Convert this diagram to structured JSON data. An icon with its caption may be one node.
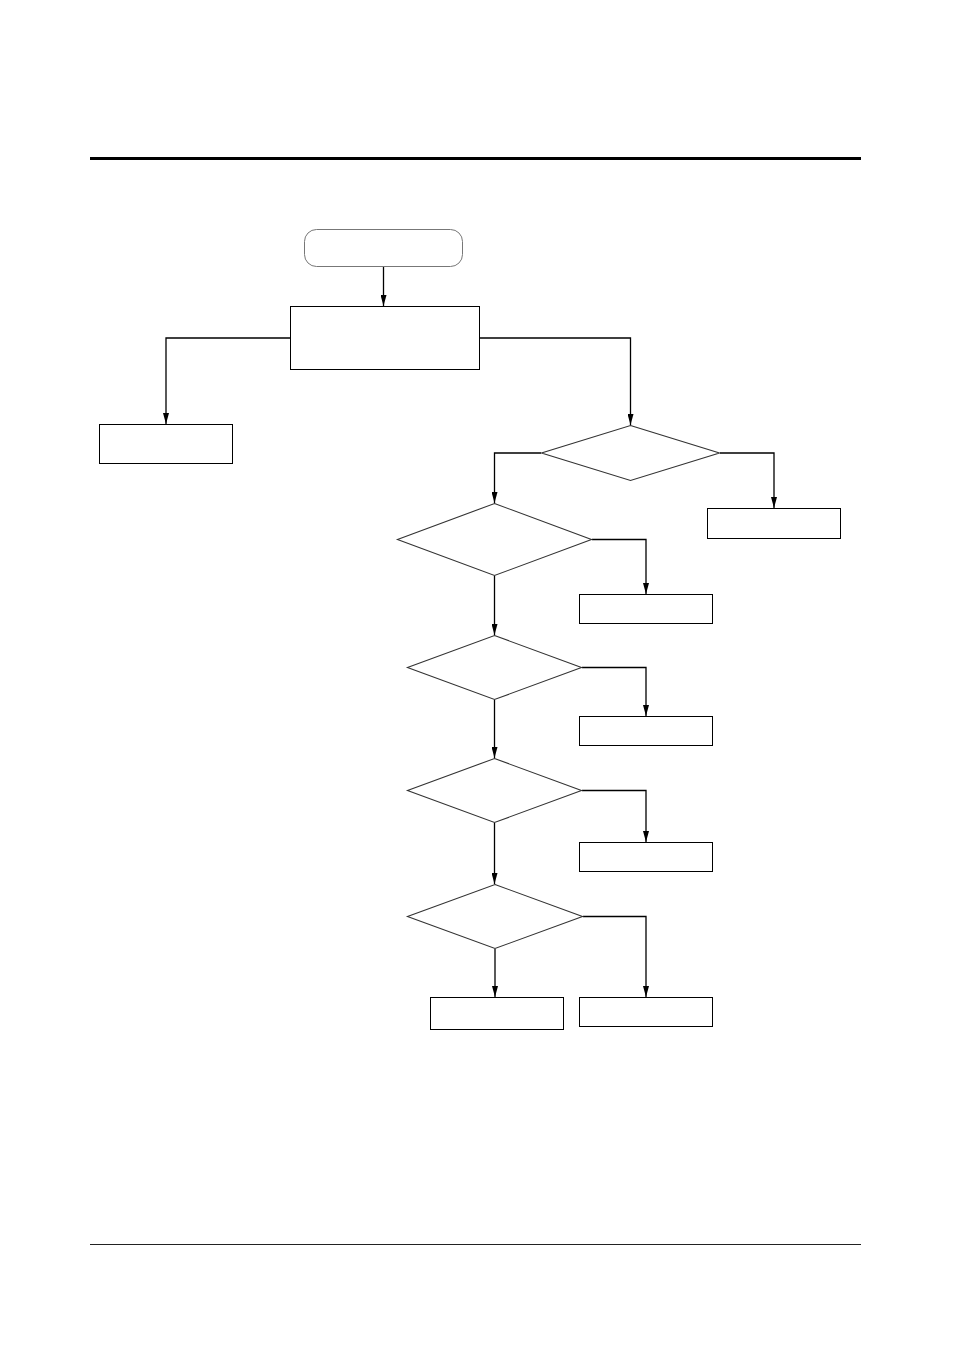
{
  "diagram": {
    "nodes": [
      {
        "text": [],
        "shape": "pill"
      },
      {
        "text": [],
        "shape": "box"
      },
      {
        "text": [],
        "shape": "box"
      },
      {
        "text": [],
        "shape": "diamond"
      },
      {
        "text": [],
        "shape": "diamond"
      },
      {
        "text": [],
        "shape": "box"
      },
      {
        "text": [],
        "shape": "box"
      },
      {
        "text": [],
        "shape": "diamond"
      },
      {
        "text": [],
        "shape": "box"
      },
      {
        "text": [],
        "shape": "diamond"
      },
      {
        "text": [],
        "shape": "box"
      },
      {
        "text": [],
        "shape": "diamond"
      },
      {
        "text": [],
        "shape": "box"
      },
      {
        "text": [],
        "shape": "box"
      }
    ],
    "edges": [
      {
        "from": 0,
        "to": 1,
        "arrow": "to"
      },
      {
        "from": 1,
        "to": 2,
        "arrow": "to"
      },
      {
        "from": 1,
        "to": 3,
        "arrow": "to"
      },
      {
        "from": 3,
        "to": 4,
        "arrow": "to"
      },
      {
        "from": 3,
        "to": 5,
        "arrow": "to"
      },
      {
        "from": 4,
        "to": 6,
        "arrow": "to"
      },
      {
        "from": 4,
        "to": 7,
        "arrow": "to"
      },
      {
        "from": 7,
        "to": 8,
        "arrow": "to"
      },
      {
        "from": 7,
        "to": 9,
        "arrow": "to"
      },
      {
        "from": 9,
        "to": 10,
        "arrow": "to"
      },
      {
        "from": 9,
        "to": 11,
        "arrow": "to"
      },
      {
        "from": 11,
        "to": 12,
        "arrow": "to"
      },
      {
        "from": 11,
        "to": 13,
        "arrow": "to"
      }
    ]
  }
}
